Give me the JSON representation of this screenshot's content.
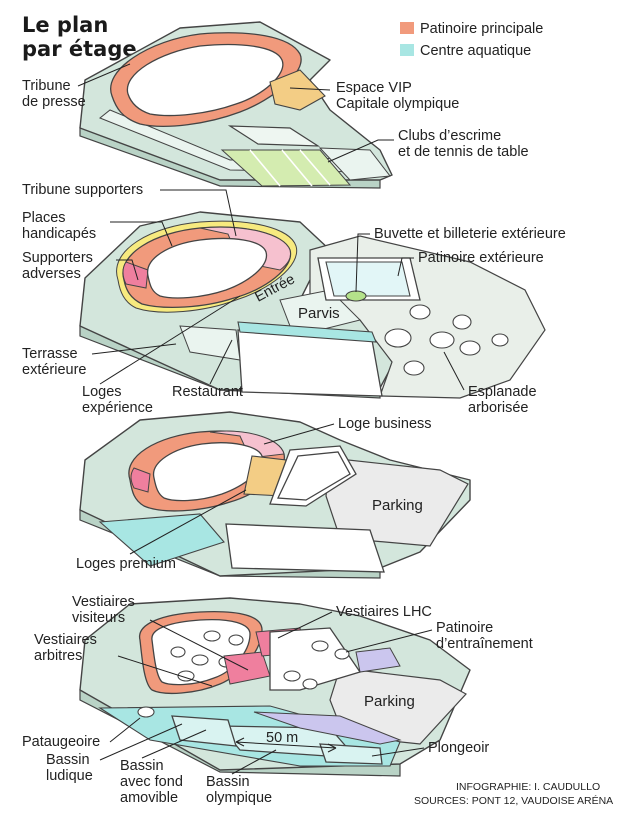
{
  "title": {
    "line1": "Le plan",
    "line2": "par étage"
  },
  "legend": [
    {
      "label": "Patinoire principale",
      "color": "#f19a7c"
    },
    {
      "label": "Centre aquatique",
      "color": "#a8e6e3"
    }
  ],
  "labels": {
    "tribune_presse_1": "Tribune",
    "tribune_presse_2": "de presse",
    "espace_vip_1": "Espace VIP",
    "espace_vip_2": "Capitale olympique",
    "clubs_1": "Clubs d’escrime",
    "clubs_2": "et de tennis de table",
    "tribune_supporters": "Tribune supporters",
    "places_1": "Places",
    "places_2": "handicapés",
    "supporters_adv_1": "Supporters",
    "supporters_adv_2": "adverses",
    "buvette": "Buvette et billeterie extérieure",
    "patinoire_ext": "Patinoire extérieure",
    "entree": "Entrée",
    "parvis": "Parvis",
    "terrasse_1": "Terrasse",
    "terrasse_2": "extérieure",
    "loges_exp_1": "Loges",
    "loges_exp_2": "expérience",
    "restaurant": "Restaurant",
    "esplanade_1": "Esplanade",
    "esplanade_2": "arborisée",
    "loge_business": "Loge business",
    "parking_3": "Parking",
    "loges_premium": "Loges premium",
    "vestiaires_visiteurs_1": "Vestiaires",
    "vestiaires_visiteurs_2": "visiteurs",
    "vestiaires_lhc": "Vestiaires LHC",
    "vestiaires_arbitres_1": "Vestiaires",
    "vestiaires_arbitres_2": "arbitres",
    "patinoire_entr_1": "Patinoire",
    "patinoire_entr_2": "d’entraînement",
    "parking_4": "Parking",
    "pataugeoire": "Pataugeoire",
    "bassin_ludique_1": "Bassin",
    "bassin_ludique_2": "ludique",
    "bassin_fond_1": "Bassin",
    "bassin_fond_2": "avec fond",
    "bassin_fond_3": "amovible",
    "bassin_olympique_1": "Bassin",
    "bassin_olympique_2": "olympique",
    "fifty_m": "50 m",
    "plongeoir": "Plongeoir"
  },
  "credits": {
    "infographie": "INFOGRAPHIE: I. CAUDULLO",
    "sources": "SOURCES: PONT 12, VAUDOISE ARÉNA"
  }
}
